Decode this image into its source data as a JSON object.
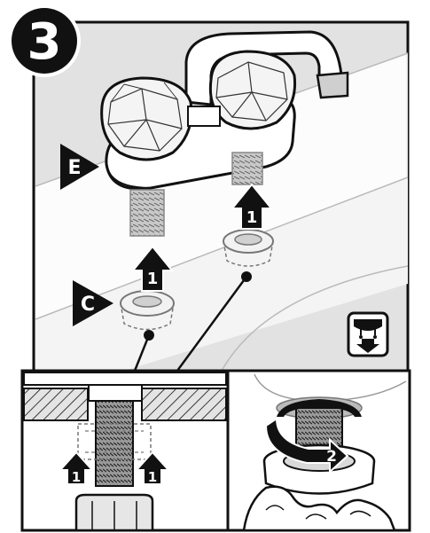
{
  "step": {
    "number": "3"
  },
  "callouts": {
    "e": "E",
    "c": "C"
  },
  "arrows": {
    "up_1": "1",
    "rotate_2": "2"
  },
  "icons": {
    "step_badge": "circle-number-icon",
    "under_sink_icon": "under-sink-down-arrow-icon"
  },
  "colors": {
    "panel_bg": "#e2e2e2",
    "arrow_fill": "#111111",
    "arrow_text": "#ffffff",
    "badge_bg": "#111111"
  }
}
